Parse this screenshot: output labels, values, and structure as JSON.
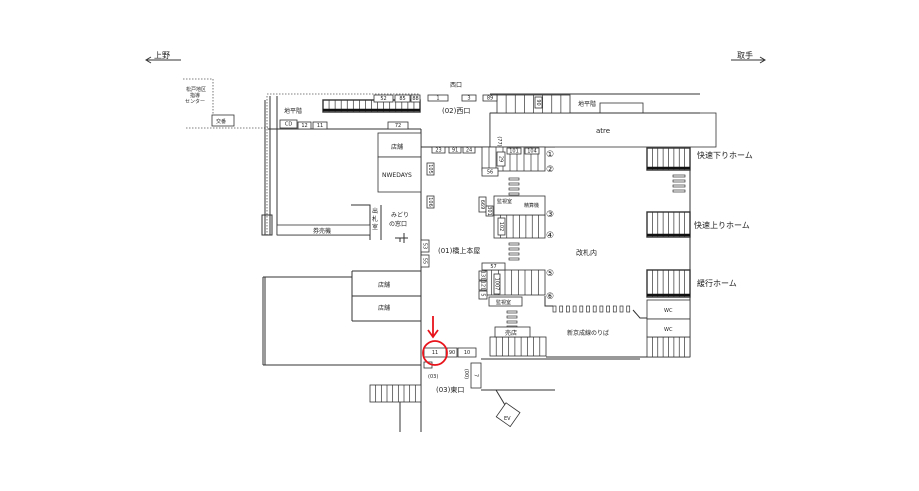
{
  "directions": {
    "left": "上野",
    "right": "取手"
  },
  "facilities": {
    "center": [
      "松戸地区",
      "指導",
      "センター"
    ],
    "police_box": "交番",
    "ground_level_left": "地平階",
    "ground_level_right": "地平階",
    "west_exit_top": "西口",
    "west_exit": "(02)西口",
    "atre": "atre",
    "shop_top": "店舗",
    "newdays": "NWEDAYS",
    "ticket_office": [
      "出",
      "札",
      "室"
    ],
    "midori": [
      "みどり",
      "の窓口"
    ],
    "ticket_machines": "券売機",
    "main_building": "(01)橋上本屋",
    "shop_1": "店舗",
    "shop_2": "店舗",
    "inside_gates": "改札内",
    "monitor_room_1": "監視室",
    "fare_adjust": "精算機",
    "monitor_room_2": "監視室",
    "kiosk": "売店",
    "shinkeisei": "新京成線のりば",
    "east_exit_small": "(03)",
    "east_exit": "(03)東口",
    "ev": "EV",
    "wc1": "WC",
    "wc2": "WC"
  },
  "platforms": {
    "rapid_down": "快速下りホーム",
    "rapid_up": "快速上りホーム",
    "local": "緩行ホーム",
    "numbers": [
      "①",
      "②",
      "③",
      "④",
      "⑤",
      "⑥"
    ]
  },
  "location_codes": {
    "c52": "52",
    "c85": "85",
    "c88": "88",
    "c1": "1",
    "c3": "3",
    "c89": "89",
    "c90top": "90",
    "cd": "CD",
    "c12": "12",
    "c11top": "11",
    "c72": "72",
    "c23": "23",
    "c91": "91",
    "c24": "24",
    "c77": "(77)",
    "c101": "101",
    "c104": "104",
    "c29": "29",
    "c56": "56",
    "c105": "105",
    "c106": "106",
    "c669": "669",
    "c301": "301",
    "c102": "102",
    "c53": "53",
    "c55": "55",
    "c57": "57",
    "c131": "131",
    "c121": "121",
    "c5": "5",
    "c1007": "1007",
    "c11": "11",
    "c90": "90",
    "c10": "10",
    "c7": "7",
    "c00": "(00)"
  },
  "marker": {
    "color": "#e8141c",
    "target": "11"
  }
}
